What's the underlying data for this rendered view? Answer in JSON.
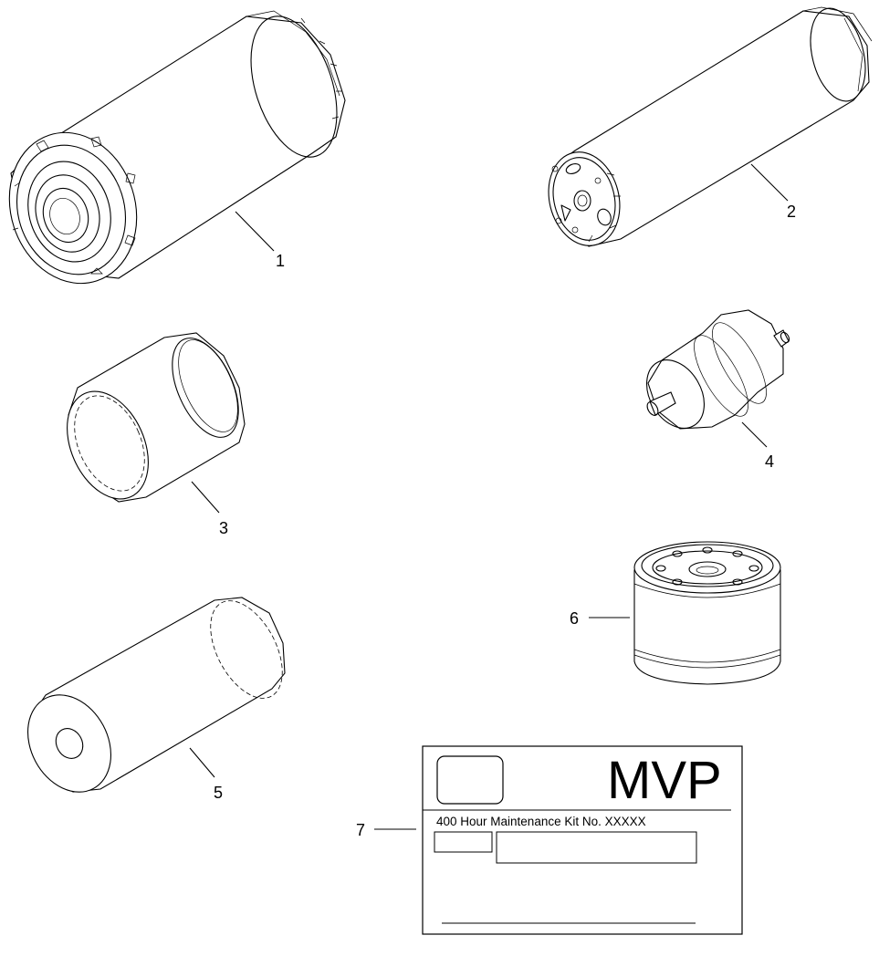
{
  "callouts": {
    "c1": "1",
    "c2": "2",
    "c3": "3",
    "c4": "4",
    "c5": "5",
    "c6": "6",
    "c7": "7"
  },
  "kit_decal": {
    "brand": "MVP",
    "kit_title": "400 Hour Maintenance Kit No. XXXXX"
  }
}
